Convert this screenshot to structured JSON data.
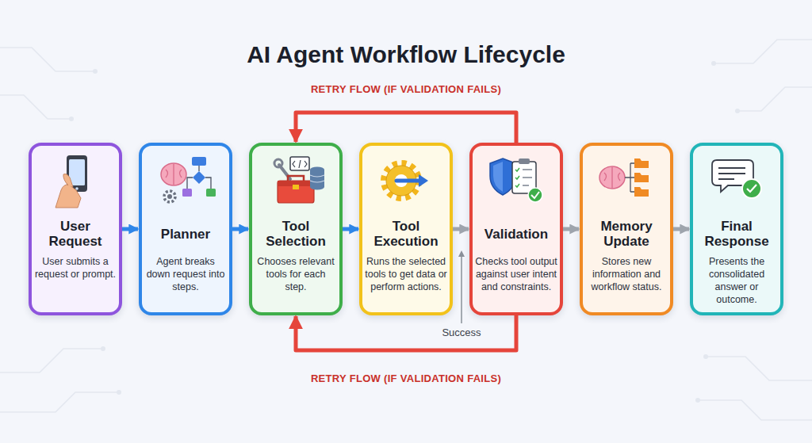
{
  "diagram": {
    "title": "AI Agent Workflow Lifecycle",
    "nodes": [
      {
        "text": [
          "User Request",
          "User submits a request or prompt."
        ]
      },
      {
        "text": [
          "Planner",
          "Agent breaks down request into steps."
        ]
      },
      {
        "text": [
          "Tool Selection",
          "Chooses relevant tools for each step."
        ]
      },
      {
        "text": [
          "Tool Execution",
          "Runs the selected tools to get data or perform actions."
        ]
      },
      {
        "text": [
          "Validation",
          "Checks tool output against user intent and constraints."
        ]
      },
      {
        "text": [
          "Memory Update",
          "Stores new information and workflow status."
        ]
      },
      {
        "text": [
          "Final Response",
          "Presents the consolidated answer or outcome."
        ]
      }
    ],
    "edges": [
      {
        "from": 0,
        "to": 1,
        "arrow": "to"
      },
      {
        "from": 1,
        "to": 2,
        "arrow": "to"
      },
      {
        "from": 2,
        "to": 3,
        "arrow": "to"
      },
      {
        "from": 3,
        "to": 4,
        "arrow": "to"
      },
      {
        "from": 4,
        "to": 5,
        "arrow": "to"
      },
      {
        "from": 5,
        "to": 6,
        "arrow": "to"
      },
      {
        "from": 4,
        "to": 2,
        "label": "RETRY FLOW (IF VALIDATION FAILS)",
        "arrow": "to"
      },
      {
        "from": 4,
        "to": 2,
        "label": "RETRY FLOW (IF VALIDATION FAILS)",
        "arrow": "to"
      }
    ],
    "labels": [
      "Success"
    ]
  }
}
